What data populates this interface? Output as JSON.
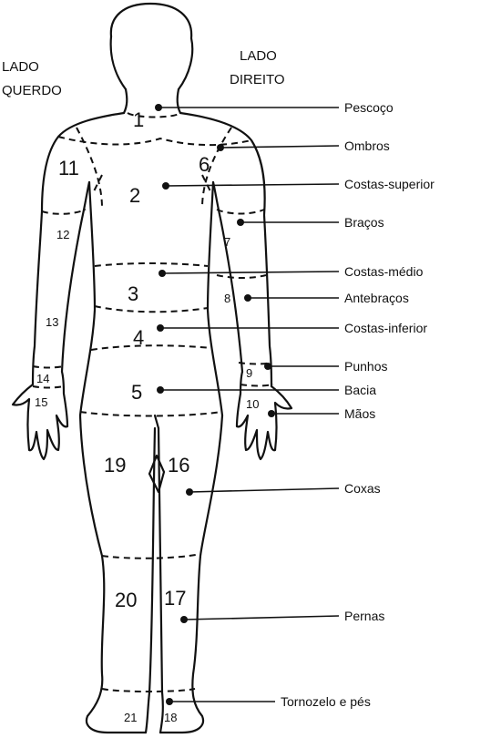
{
  "sides": {
    "left": [
      "LADO",
      "QUERDO"
    ],
    "right": [
      "LADO",
      "DIREITO"
    ]
  },
  "regions": [
    "1",
    "2",
    "3",
    "4",
    "5",
    "6",
    "7",
    "8",
    "9",
    "10",
    "11",
    "12",
    "13",
    "14",
    "15",
    "16",
    "17",
    "18",
    "19",
    "20",
    "21"
  ],
  "labels": [
    "Pescoço",
    "Ombros",
    "Costas-superior",
    "Braços",
    "Costas-médio",
    "Antebraços",
    "Costas-inferior",
    "Punhos",
    "Bacia",
    "Mãos",
    "Coxas",
    "Pernas",
    "Tornozelo e pés"
  ]
}
